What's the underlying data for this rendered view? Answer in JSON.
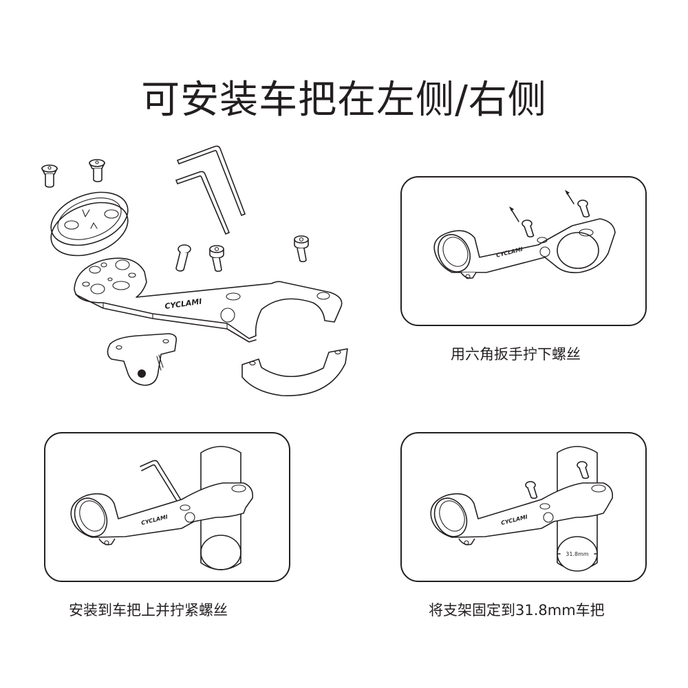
{
  "title": "可安装车把在左侧/右侧",
  "brand": "CYCLAMI",
  "exploded_view": {
    "parts": [
      "countersunk-screw",
      "countersunk-screw",
      "garmin-mount-ring",
      "hex-key-large",
      "hex-key-small",
      "pin-bolt",
      "socket-screw",
      "socket-screw",
      "out-front-arm",
      "gopro-adapter",
      "clamp-cap"
    ]
  },
  "steps": [
    {
      "caption": "用六角扳手拧下螺丝"
    },
    {
      "caption": "安装到车把上并拧紧螺丝"
    },
    {
      "caption": "将支架固定到31.8mm车把",
      "dimension_label": "31.8mm"
    }
  ],
  "colors": {
    "line": "#231f20",
    "background": "#ffffff"
  }
}
